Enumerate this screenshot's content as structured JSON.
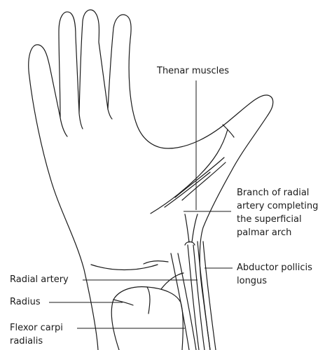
{
  "figure": {
    "labels": {
      "thenar": "Thenar muscles",
      "branch_line1": "Branch of radial",
      "branch_line2": "artery completing",
      "branch_line3": "the superficial",
      "branch_line4": "palmar arch",
      "abductor_line1": "Abductor pollicis",
      "abductor_line2": "longus",
      "radial_artery": "Radial artery",
      "radius": "Radius",
      "fcr_line1": "Flexor carpi",
      "fcr_line2": "radialis"
    },
    "stroke_color": "#1a1a1a"
  }
}
